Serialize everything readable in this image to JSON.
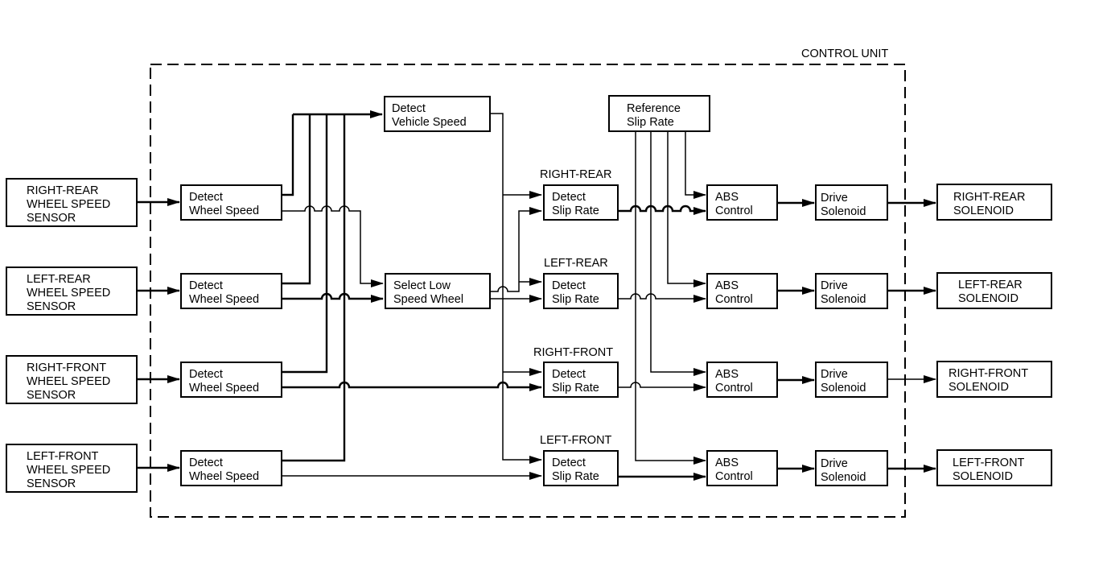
{
  "control_unit_label": "CONTROL UNIT",
  "sensors": [
    {
      "line1": "RIGHT-REAR",
      "line2": "WHEEL SPEED",
      "line3": "SENSOR"
    },
    {
      "line1": "LEFT-REAR",
      "line2": "WHEEL SPEED",
      "line3": "SENSOR"
    },
    {
      "line1": "RIGHT-FRONT",
      "line2": "WHEEL SPEED",
      "line3": "SENSOR"
    },
    {
      "line1": "LEFT-FRONT",
      "line2": "WHEEL SPEED",
      "line3": "SENSOR"
    }
  ],
  "detect_wheel_speed": {
    "line1": "Detect",
    "line2": "Wheel Speed"
  },
  "detect_vehicle_speed": {
    "line1": "Detect",
    "line2": "Vehicle Speed"
  },
  "select_low_speed_wheel": {
    "line1": "Select Low",
    "line2": "Speed Wheel"
  },
  "reference_slip_rate": {
    "line1": "Reference",
    "line2": "Slip Rate"
  },
  "channel_labels": [
    "RIGHT-REAR",
    "LEFT-REAR",
    "RIGHT-FRONT",
    "LEFT-FRONT"
  ],
  "detect_slip_rate": {
    "line1": "Detect",
    "line2": "Slip Rate"
  },
  "abs_control": {
    "line1": "ABS",
    "line2": "Control"
  },
  "drive_solenoid": {
    "line1": "Drive",
    "line2": "Solenoid"
  },
  "solenoids": [
    {
      "line1": "RIGHT-REAR",
      "line2": "SOLENOID"
    },
    {
      "line1": "LEFT-REAR",
      "line2": "SOLENOID"
    },
    {
      "line1": "RIGHT-FRONT",
      "line2": "SOLENOID"
    },
    {
      "line1": "LEFT-FRONT",
      "line2": "SOLENOID"
    }
  ]
}
